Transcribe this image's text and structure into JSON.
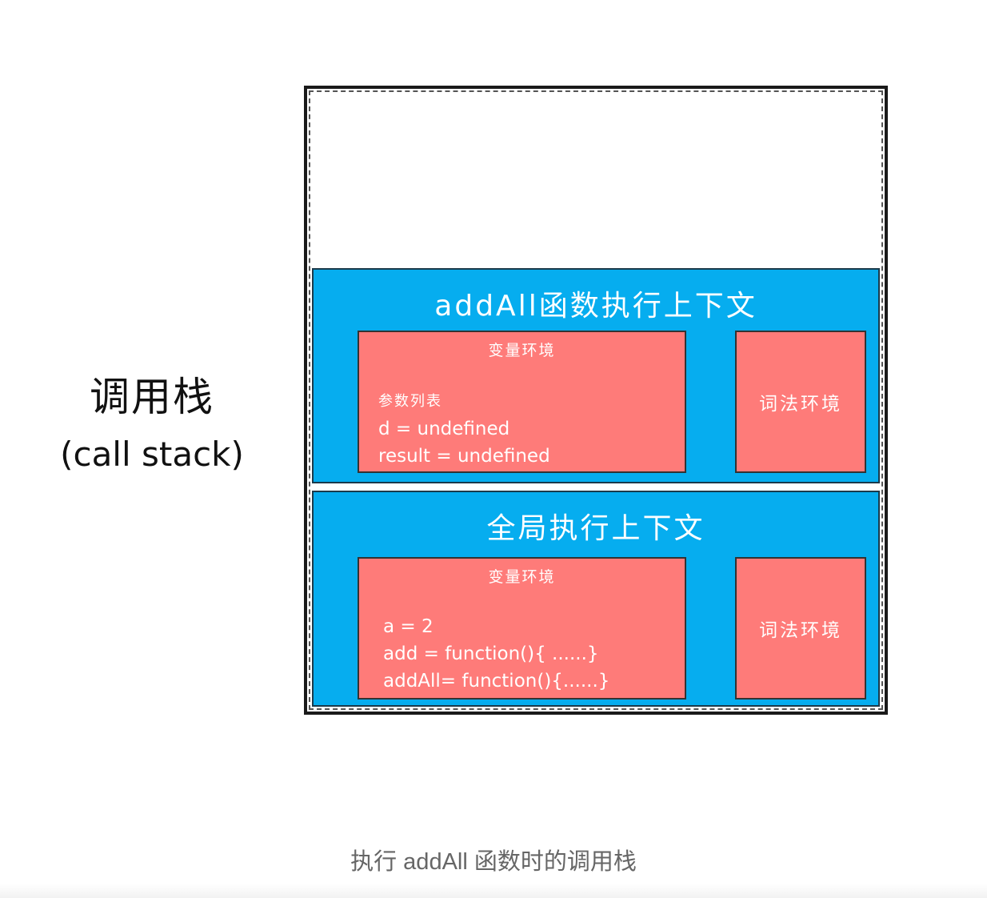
{
  "stack_label": {
    "zh": "调用栈",
    "en": "(call stack)"
  },
  "contexts": [
    {
      "title": "addAll函数执行上下文",
      "variable_env": {
        "title": "变量环境",
        "lines": [
          "参数列表",
          "d = undefined",
          "result = undefined"
        ]
      },
      "lexical_env": {
        "title": "词法环境"
      }
    },
    {
      "title": "全局执行上下文",
      "variable_env": {
        "title": "变量环境",
        "lines": [
          "a = 2",
          "add = function(){ ......}",
          "addAll= function(){......}"
        ]
      },
      "lexical_env": {
        "title": "词法环境"
      }
    }
  ],
  "caption": "执行 addAll 函数时的调用栈",
  "colors": {
    "context_blue": "#06adef",
    "env_red": "#fe7b79",
    "caption_gray": "#666666"
  }
}
